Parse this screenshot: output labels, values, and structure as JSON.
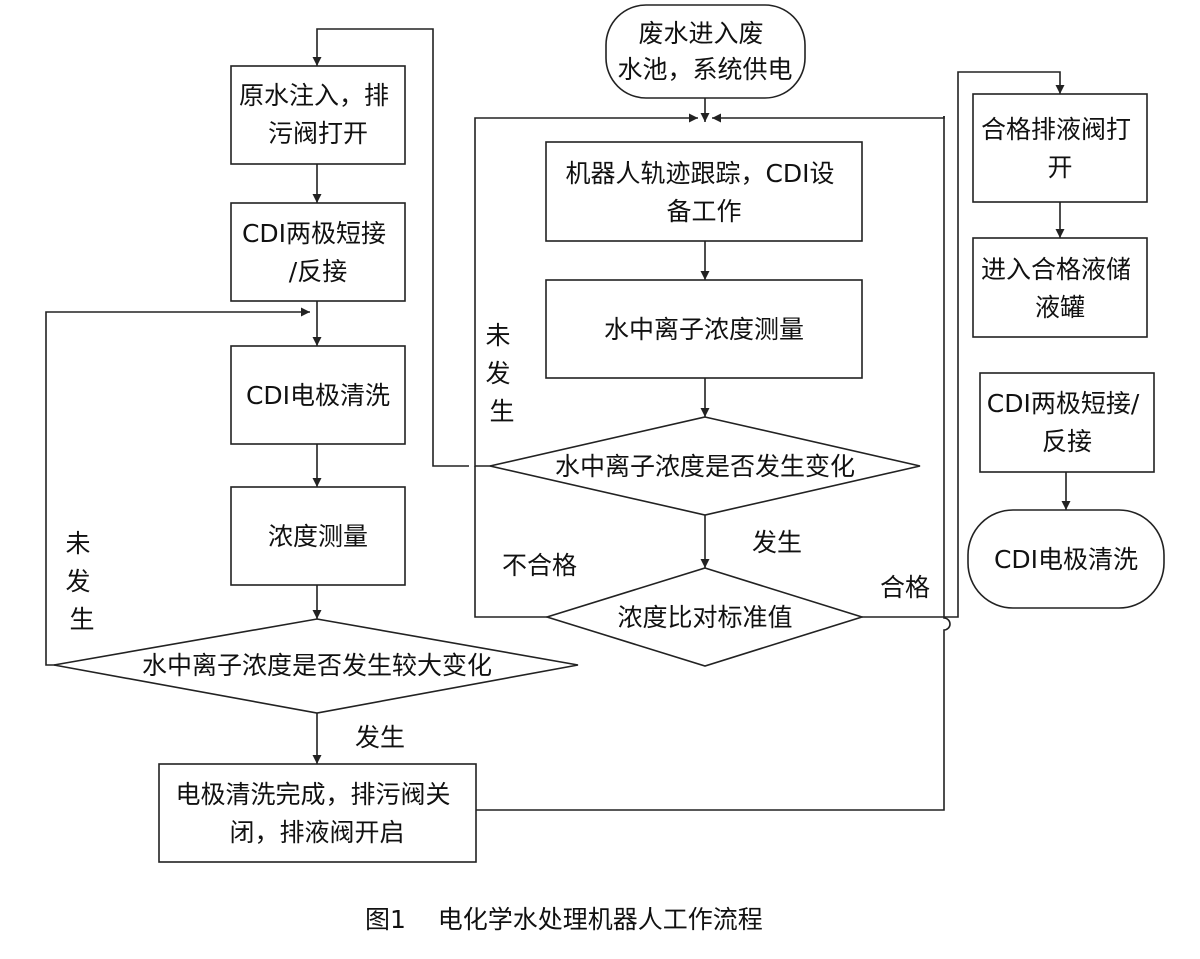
{
  "diagram": {
    "nodes": {
      "start": [
        "废水进入废",
        "水池，系统供电"
      ],
      "track": [
        "机器人轨迹跟踪，CDI设",
        "备工作"
      ],
      "measure_main": [
        "水中离子浓度测量"
      ],
      "dec_change": [
        "水中离子浓度是否发生变化"
      ],
      "dec_standard": [
        "浓度比对标准值"
      ],
      "raw_in": [
        "原水注入，排",
        "污阀打开"
      ],
      "cdi_short_left": [
        "CDI两极短接",
        "/反接"
      ],
      "clean_left": [
        "CDI电极清洗"
      ],
      "measure_left": [
        "浓度测量"
      ],
      "dec_big": [
        "水中离子浓度是否发生较大变化"
      ],
      "clean_done": [
        "电极清洗完成，排污阀关",
        "闭，排液阀开启"
      ],
      "valve_open": [
        "合格排液阀打",
        "开"
      ],
      "storage": [
        "进入合格液储",
        "液罐"
      ],
      "cdi_short_right": [
        "CDI两极短接/",
        "反接"
      ],
      "clean_right": [
        "CDI电极清洗"
      ]
    },
    "labels": {
      "not_occurred_mid": [
        "未",
        "发",
        "生"
      ],
      "occurred_mid": "发生",
      "unqualified": "不合格",
      "qualified": "合格",
      "not_occurred_left": [
        "未",
        "发",
        "生"
      ],
      "occurred_left": "发生"
    },
    "caption": "图1    电化学水处理机器人工作流程"
  }
}
